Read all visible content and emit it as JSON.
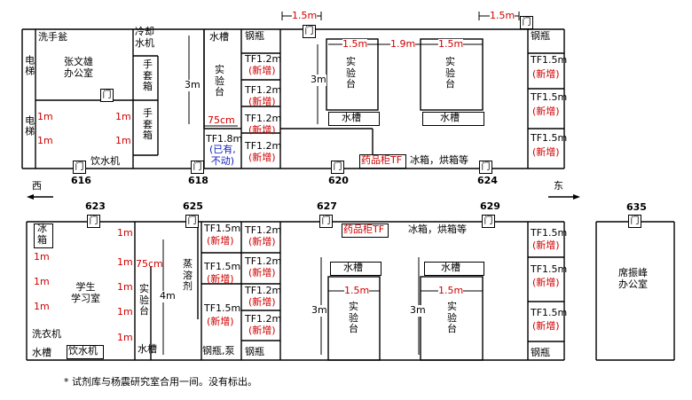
{
  "door": "门",
  "rooms": {
    "r616": "616",
    "r618": "618",
    "r620": "620",
    "r624": "624",
    "r623": "623",
    "r625": "625",
    "r627": "627",
    "r629": "629",
    "r635": "635"
  },
  "directions": {
    "west": "西",
    "east": "东"
  },
  "top": {
    "elevator1": "电梯",
    "elevator2": "电梯",
    "eyewash": "洗手瓮",
    "office_zhang": "张文雄\n办公室",
    "oneM": "1m",
    "water_dispenser": "饮水机",
    "cooler": "冷却\n水机",
    "glovebox1": "手\n套\n箱",
    "glovebox2": "手\n套\n箱",
    "sink": "水槽",
    "bench": "实\n验\n台",
    "threeM": "3m",
    "cm75": "75cm",
    "tf18": "TF1.8m",
    "tf18_note": "(已有,\n不动)",
    "cylinder": "钢瓶",
    "tf12": "TF1.2m",
    "new": "(新增)",
    "tf15": "TF1.5m",
    "m15": "1.5m",
    "m19": "1.9m",
    "med_cabinet": "药品柜TF",
    "fridge": "冰箱，烘箱等"
  },
  "bottom": {
    "ice": "冰\n箱",
    "student_room": "学生\n学习室",
    "washer": "洗衣机",
    "dispenser": "饮水机",
    "sink": "水槽",
    "fourM": "4m",
    "distill": "蒸\n溶\n剂",
    "cylinder_pump": "钢瓶,泵",
    "office_xi": "席振峰\n办公室"
  },
  "footnote": "* 试剂库与杨震研究室合用一间。没有标出。"
}
